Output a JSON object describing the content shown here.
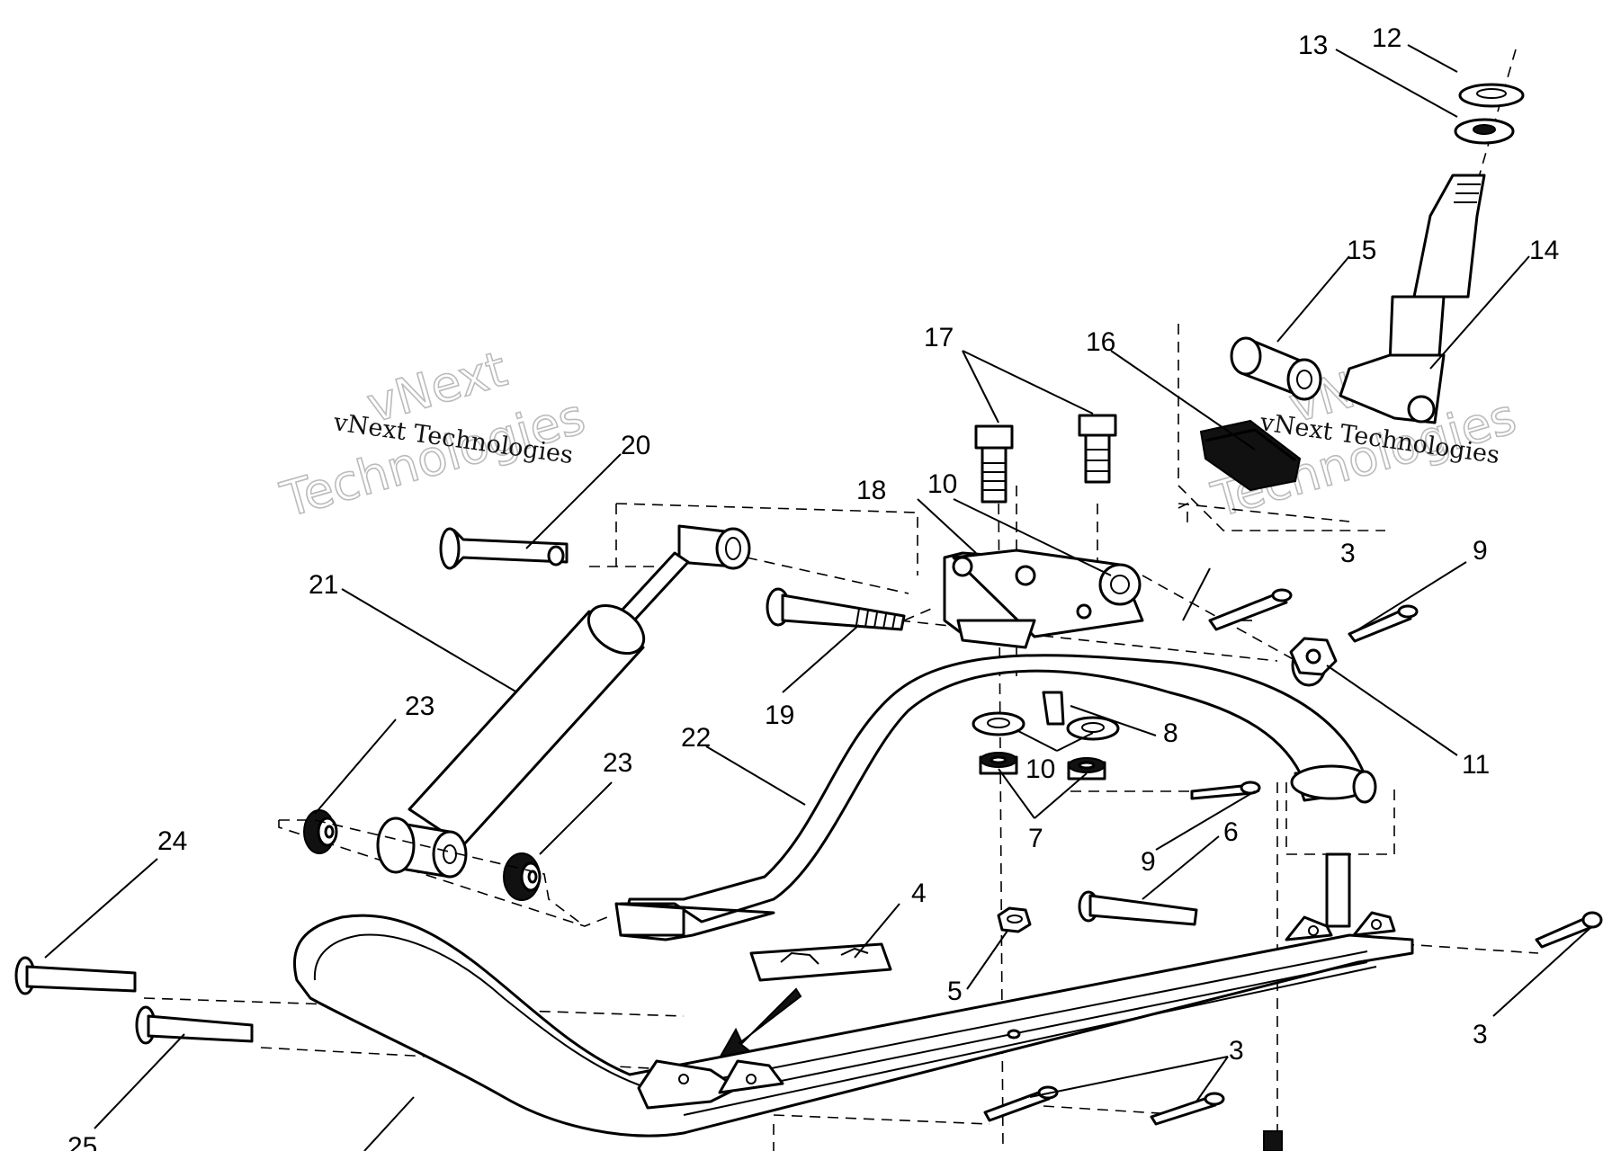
{
  "watermark": {
    "brand": "vNext",
    "small_text": "vNext Technologies",
    "large_text": "Technologies"
  },
  "callouts": {
    "c3": "3",
    "c4": "4",
    "c5": "5",
    "c6": "6",
    "c7": "7",
    "c8": "8",
    "c9": "9",
    "c10": "10",
    "c11": "11",
    "c12": "12",
    "c13": "13",
    "c14": "14",
    "c15": "15",
    "c16": "16",
    "c17": "17",
    "c18": "18",
    "c19": "19",
    "c20": "20",
    "c21": "21",
    "c22": "22",
    "c23": "23",
    "c24": "24",
    "c25": "25"
  }
}
